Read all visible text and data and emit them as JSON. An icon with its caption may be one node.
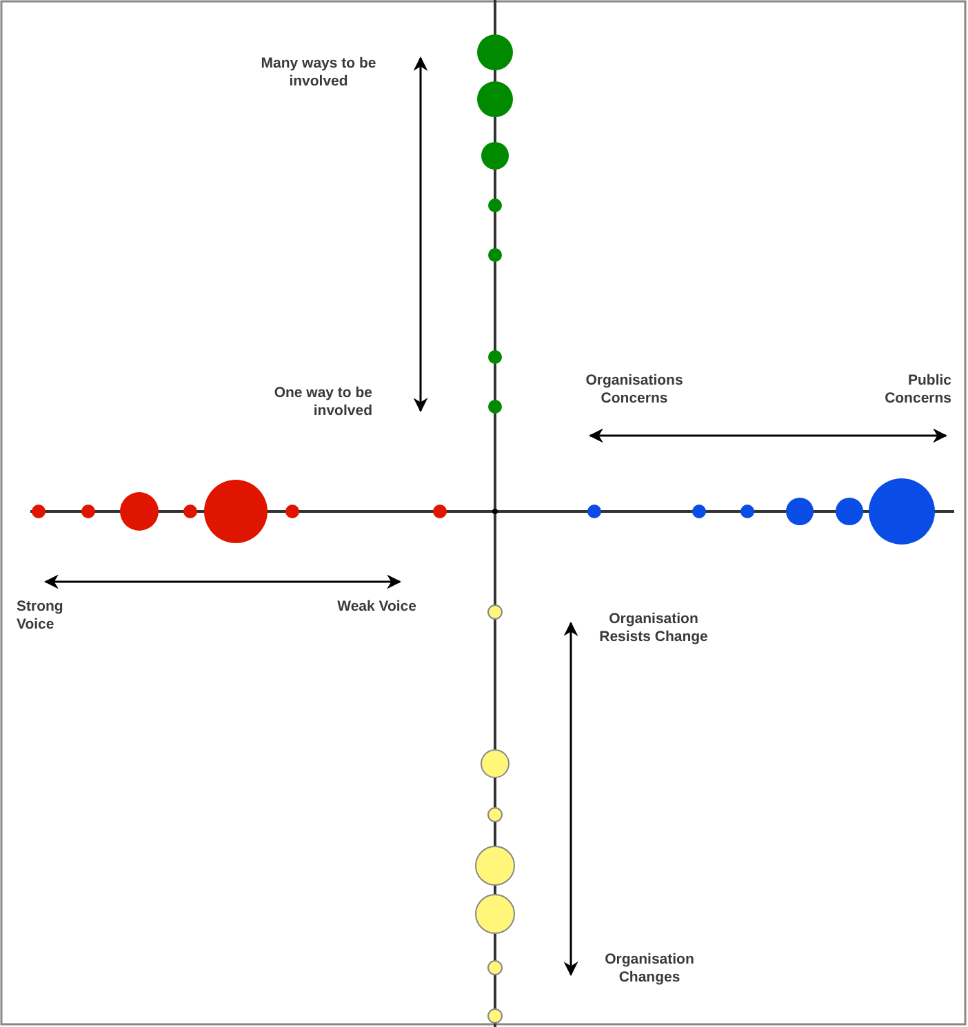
{
  "diagram": {
    "labels": [
      "Many ways to be involved",
      "One way to be involved",
      "Organisations Concerns",
      "Public Concerns",
      "Strong Voice",
      "Weak Voice",
      "Organisation Resists Change",
      "Organisation Changes"
    ]
  }
}
